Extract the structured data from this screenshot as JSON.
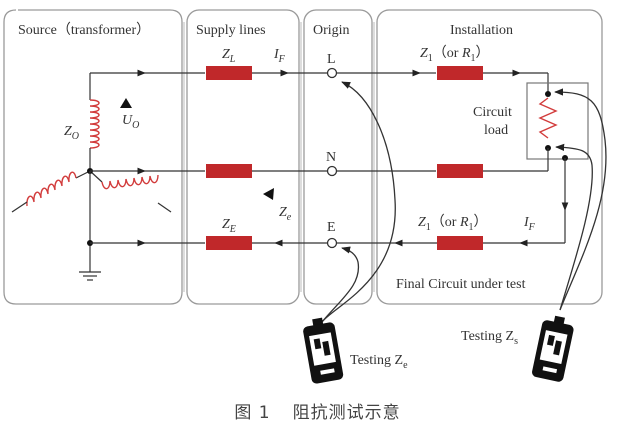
{
  "panels": {
    "source": "Source（transformer）",
    "supply": "Supply lines",
    "origin": "Origin",
    "installation": "Installation",
    "final_circuit": "Final Circuit under test"
  },
  "symbols": {
    "ZL": {
      "main": "Z",
      "sub": "L"
    },
    "IF_top": {
      "main": "I",
      "sub": "F"
    },
    "ZO": {
      "main": "Z",
      "sub": "O"
    },
    "UO": {
      "main": "U",
      "sub": "O"
    },
    "Ze": {
      "main": "Z",
      "sub": "e"
    },
    "ZE": {
      "main": "Z",
      "sub": "E"
    },
    "Z1_top": {
      "main": "Z",
      "sub": "1",
      "paren_open": "（or ",
      "alt": "R",
      "alt_sub": "1",
      "paren_close": "）"
    },
    "Z1_bottom": {
      "main": "Z",
      "sub": "1",
      "paren_open": "（or ",
      "alt": "R",
      "alt_sub": "1",
      "paren_close": "）"
    },
    "IF_bottom": {
      "main": "I",
      "sub": "F"
    }
  },
  "terminals": {
    "L": "L",
    "N": "N",
    "E": "E"
  },
  "load": {
    "line1": "Circuit",
    "line2": "load"
  },
  "testers": {
    "ze": {
      "label": "Testing Z",
      "sub": "e"
    },
    "zs": {
      "label": "Testing Z",
      "sub": "s"
    }
  },
  "caption": {
    "figure": "图 1",
    "title": "阻抗测试示意"
  },
  "colors": {
    "impedance": "#c0282a",
    "coil": "#d23c3c",
    "panel_border": "#9a9a9a",
    "wire": "#333333"
  }
}
